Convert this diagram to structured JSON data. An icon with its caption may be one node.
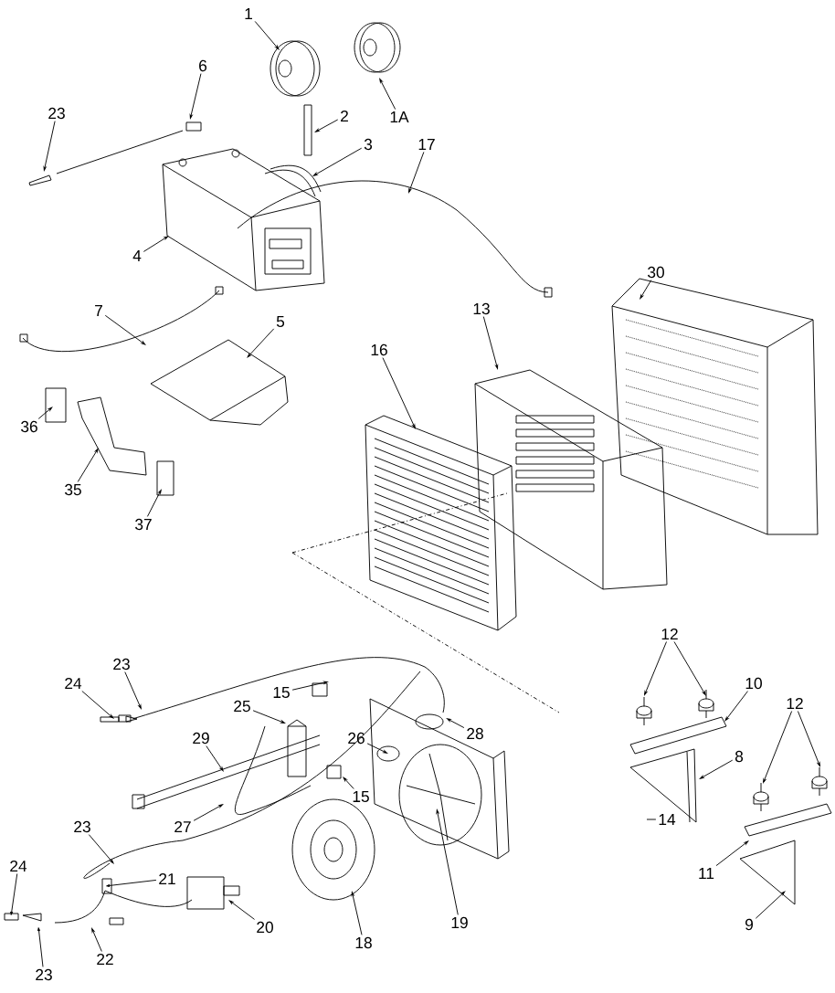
{
  "diagram": {
    "nodes": [
      {
        "text": [
          "1"
        ]
      },
      {
        "text": [
          "1A"
        ]
      },
      {
        "text": [
          "6"
        ]
      },
      {
        "text": [
          "23"
        ]
      },
      {
        "text": [
          "2"
        ]
      },
      {
        "text": [
          "3"
        ]
      },
      {
        "text": [
          "17"
        ]
      },
      {
        "text": [
          "4"
        ]
      },
      {
        "text": [
          "7"
        ]
      },
      {
        "text": [
          "5"
        ]
      },
      {
        "text": [
          "30"
        ]
      },
      {
        "text": [
          "13"
        ]
      },
      {
        "text": [
          "16"
        ]
      },
      {
        "text": [
          "36"
        ]
      },
      {
        "text": [
          "35"
        ]
      },
      {
        "text": [
          "37"
        ]
      },
      {
        "text": [
          "12"
        ]
      },
      {
        "text": [
          "23"
        ]
      },
      {
        "text": [
          "24"
        ]
      },
      {
        "text": [
          "15"
        ]
      },
      {
        "text": [
          "10"
        ]
      },
      {
        "text": [
          "25"
        ]
      },
      {
        "text": [
          "28"
        ]
      },
      {
        "text": [
          "29"
        ]
      },
      {
        "text": [
          "26"
        ]
      },
      {
        "text": [
          "12"
        ]
      },
      {
        "text": [
          "8"
        ]
      },
      {
        "text": [
          "15"
        ]
      },
      {
        "text": [
          "27"
        ]
      },
      {
        "text": [
          "23"
        ]
      },
      {
        "text": [
          "14"
        ]
      },
      {
        "text": [
          "21"
        ]
      },
      {
        "text": [
          "11"
        ]
      },
      {
        "text": [
          "24"
        ]
      },
      {
        "text": [
          "20"
        ]
      },
      {
        "text": [
          "18"
        ]
      },
      {
        "text": [
          "19"
        ]
      },
      {
        "text": [
          "9"
        ]
      },
      {
        "text": [
          "22"
        ]
      },
      {
        "text": [
          "23"
        ]
      }
    ],
    "edges": [
      {
        "from": 0,
        "to": null,
        "arrow": "to"
      },
      {
        "from": 1,
        "to": null,
        "arrow": "to"
      },
      {
        "from": 2,
        "to": null,
        "arrow": "to"
      },
      {
        "from": 3,
        "to": null,
        "arrow": "to"
      },
      {
        "from": 4,
        "to": null,
        "arrow": "to"
      },
      {
        "from": 5,
        "to": null,
        "arrow": "to"
      },
      {
        "from": 6,
        "to": null,
        "arrow": "to"
      },
      {
        "from": 7,
        "to": null,
        "arrow": "to"
      },
      {
        "from": 8,
        "to": null,
        "arrow": "to"
      },
      {
        "from": 9,
        "to": null,
        "arrow": "to"
      },
      {
        "from": 10,
        "to": null,
        "arrow": "to"
      },
      {
        "from": 11,
        "to": null,
        "arrow": "to"
      },
      {
        "from": 12,
        "to": null,
        "arrow": "to"
      },
      {
        "from": 13,
        "to": null,
        "arrow": "to"
      },
      {
        "from": 14,
        "to": null,
        "arrow": "to"
      },
      {
        "from": 15,
        "to": null,
        "arrow": "to"
      },
      {
        "from": 16,
        "to": null,
        "arrow": "to"
      },
      {
        "from": 16,
        "to": null,
        "arrow": "to"
      },
      {
        "from": 17,
        "to": null,
        "arrow": "to"
      },
      {
        "from": 18,
        "to": null,
        "arrow": "to"
      },
      {
        "from": 19,
        "to": null,
        "arrow": "to"
      },
      {
        "from": 20,
        "to": null,
        "arrow": "to"
      },
      {
        "from": 21,
        "to": null,
        "arrow": "to"
      },
      {
        "from": 22,
        "to": null,
        "arrow": "to"
      },
      {
        "from": 23,
        "to": null,
        "arrow": "to"
      },
      {
        "from": 24,
        "to": null,
        "arrow": "to"
      },
      {
        "from": 25,
        "to": null,
        "arrow": "to"
      },
      {
        "from": 25,
        "to": null,
        "arrow": "to"
      },
      {
        "from": 26,
        "to": null,
        "arrow": "to"
      },
      {
        "from": 27,
        "to": null,
        "arrow": "to"
      },
      {
        "from": 28,
        "to": null,
        "arrow": "to"
      },
      {
        "from": 29,
        "to": null,
        "arrow": "to"
      },
      {
        "from": 30,
        "to": null,
        "arrow": "none"
      },
      {
        "from": 31,
        "to": null,
        "arrow": "to"
      },
      {
        "from": 32,
        "to": null,
        "arrow": "to"
      },
      {
        "from": 33,
        "to": null,
        "arrow": "to"
      },
      {
        "from": 34,
        "to": null,
        "arrow": "to"
      },
      {
        "from": 35,
        "to": null,
        "arrow": "to"
      },
      {
        "from": 36,
        "to": null,
        "arrow": "to"
      },
      {
        "from": 37,
        "to": null,
        "arrow": "to"
      },
      {
        "from": 38,
        "to": null,
        "arrow": "to"
      },
      {
        "from": 39,
        "to": null,
        "arrow": "to"
      }
    ]
  }
}
